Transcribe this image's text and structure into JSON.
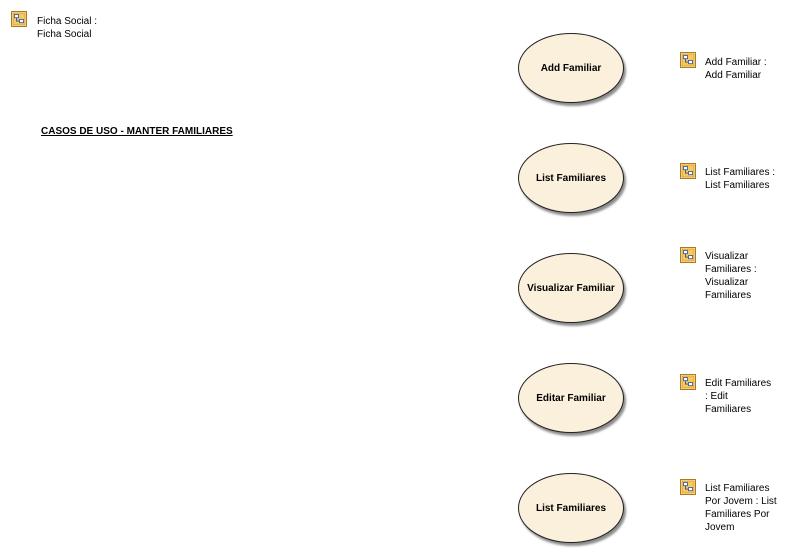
{
  "diagram": {
    "title": "CASOS DE USO - MANTER FAMILIARES",
    "ficha_link": {
      "label": "Ficha Social :\nFicha Social",
      "icon": "hyperlink-icon"
    },
    "use_cases": [
      {
        "name": "Add Familiar"
      },
      {
        "name": "List Familiares"
      },
      {
        "name": "Visualizar Familiar"
      },
      {
        "name": "Editar Familiar"
      },
      {
        "name": "List Familiares"
      }
    ],
    "links": [
      {
        "label": "Add Familiar :\nAdd Familiar",
        "icon": "hyperlink-icon"
      },
      {
        "label": "List Familiares :\nList Familiares",
        "icon": "hyperlink-icon"
      },
      {
        "label": "Visualizar\nFamiliares :\nVisualizar\nFamiliares",
        "icon": "hyperlink-icon"
      },
      {
        "label": "Edit Familiares\n: Edit\nFamiliares",
        "icon": "hyperlink-icon"
      },
      {
        "label": "List Familiares\nPor Jovem : List\nFamiliares Por\nJovem",
        "icon": "hyperlink-icon"
      }
    ]
  }
}
